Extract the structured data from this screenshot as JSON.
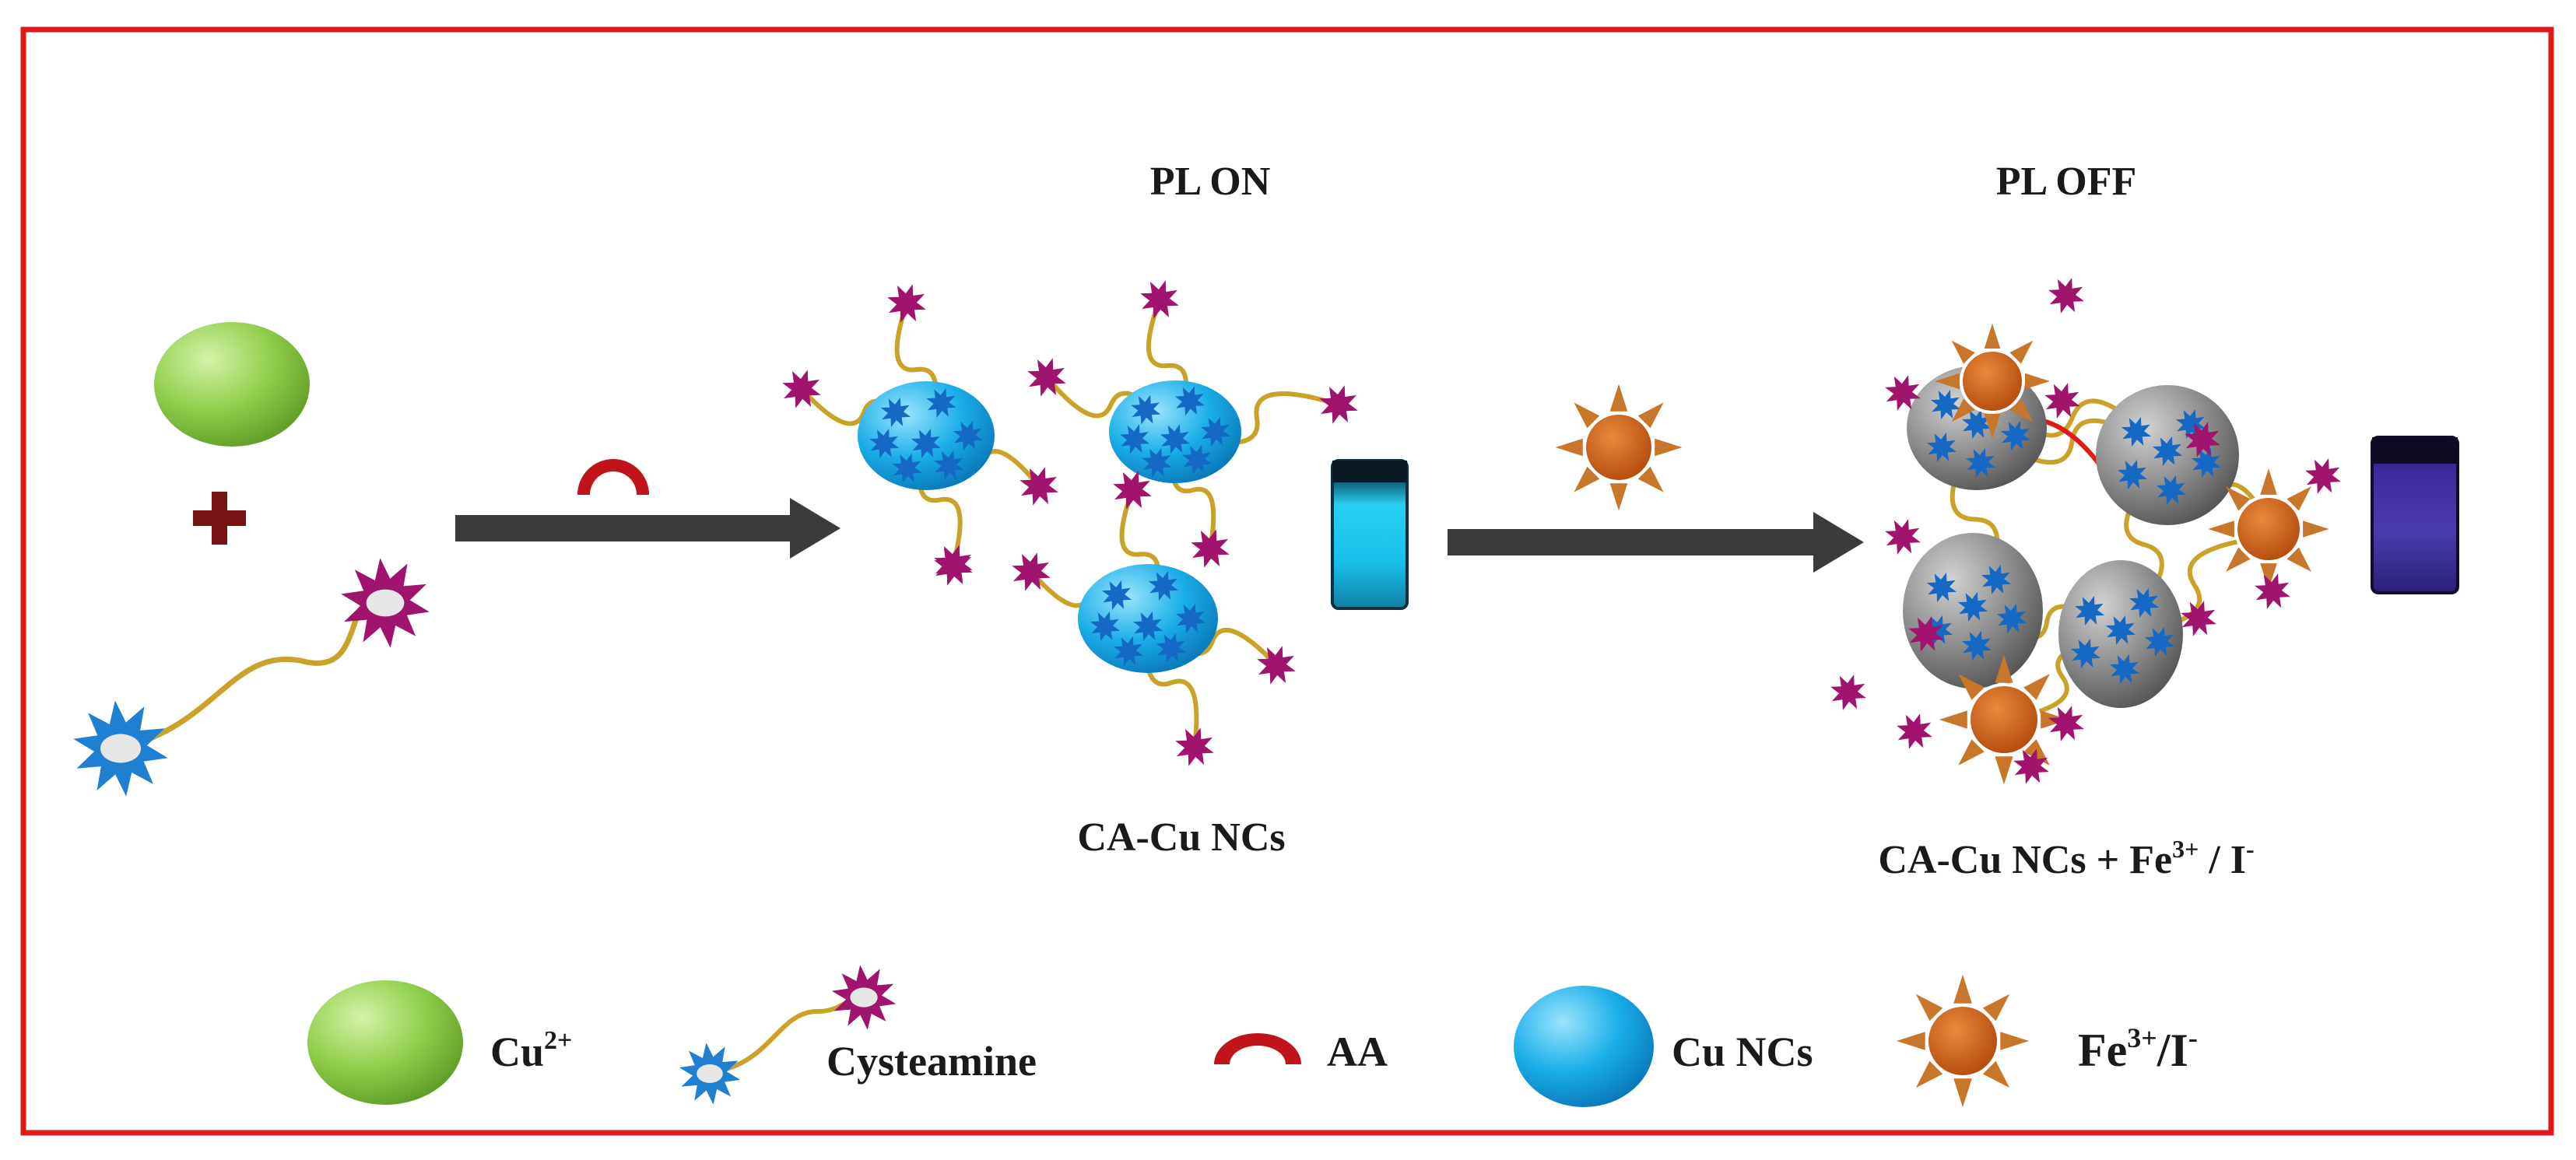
{
  "labels": {
    "pl_on": "PL ON",
    "pl_off": "PL OFF",
    "product_1": "CA-Cu NCs",
    "product_2_prefix": "CA-Cu NCs + Fe",
    "product_2_sup1": "3+",
    "product_2_mid": "/ I",
    "product_2_sup2": "-"
  },
  "legend": {
    "cu_base": "Cu",
    "cu_sup": "2+",
    "cysteamine": "Cysteamine",
    "aa": "AA",
    "cu_ncs": "Cu NCs",
    "fe_base": "Fe",
    "fe_sup": "3+",
    "fe_mid": "/I",
    "fe_sup2": "-"
  },
  "colors": {
    "frame": "#e0191b",
    "cu_ion": "#8fce4a",
    "cu_ncs": "#19aee8",
    "ligand_head": "#a0146e",
    "ligand_tail": "#1f7fd0",
    "ligand_chain": "#c9a227",
    "aa": "#c0141a",
    "fe_core": "#cc5d12",
    "fe_spike": "#c8762a",
    "quenched_nc": "#8f8f8f",
    "arrow": "#3b3b3b",
    "plus": "#7a1414",
    "vial_on": "#22c9f0",
    "vial_off": "#3e2f9e"
  }
}
